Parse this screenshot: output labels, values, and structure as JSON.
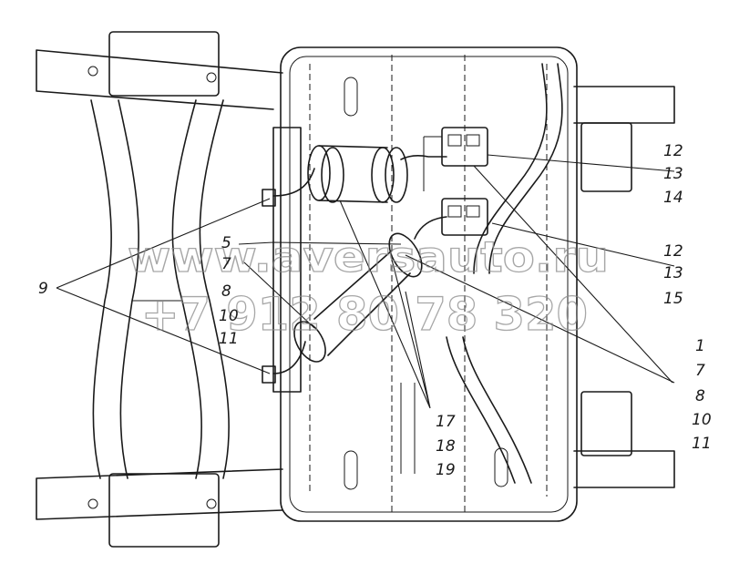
{
  "watermark": {
    "site": "www.aversauto.ru",
    "phone": "+7 912 80 78 320"
  },
  "callouts": {
    "c9": "9",
    "c5": "5",
    "c7_left": "7",
    "c8_left": "8",
    "c10_left": "10",
    "c11_left": "11",
    "c12_top": "12",
    "c13_top": "13",
    "c14": "14",
    "c12_mid": "12",
    "c13_mid": "13",
    "c15": "15",
    "c1": "1",
    "c7_right": "7",
    "c8_right": "8",
    "c10_right": "10",
    "c11_right": "11",
    "c17": "17",
    "c18": "18",
    "c19": "19"
  }
}
